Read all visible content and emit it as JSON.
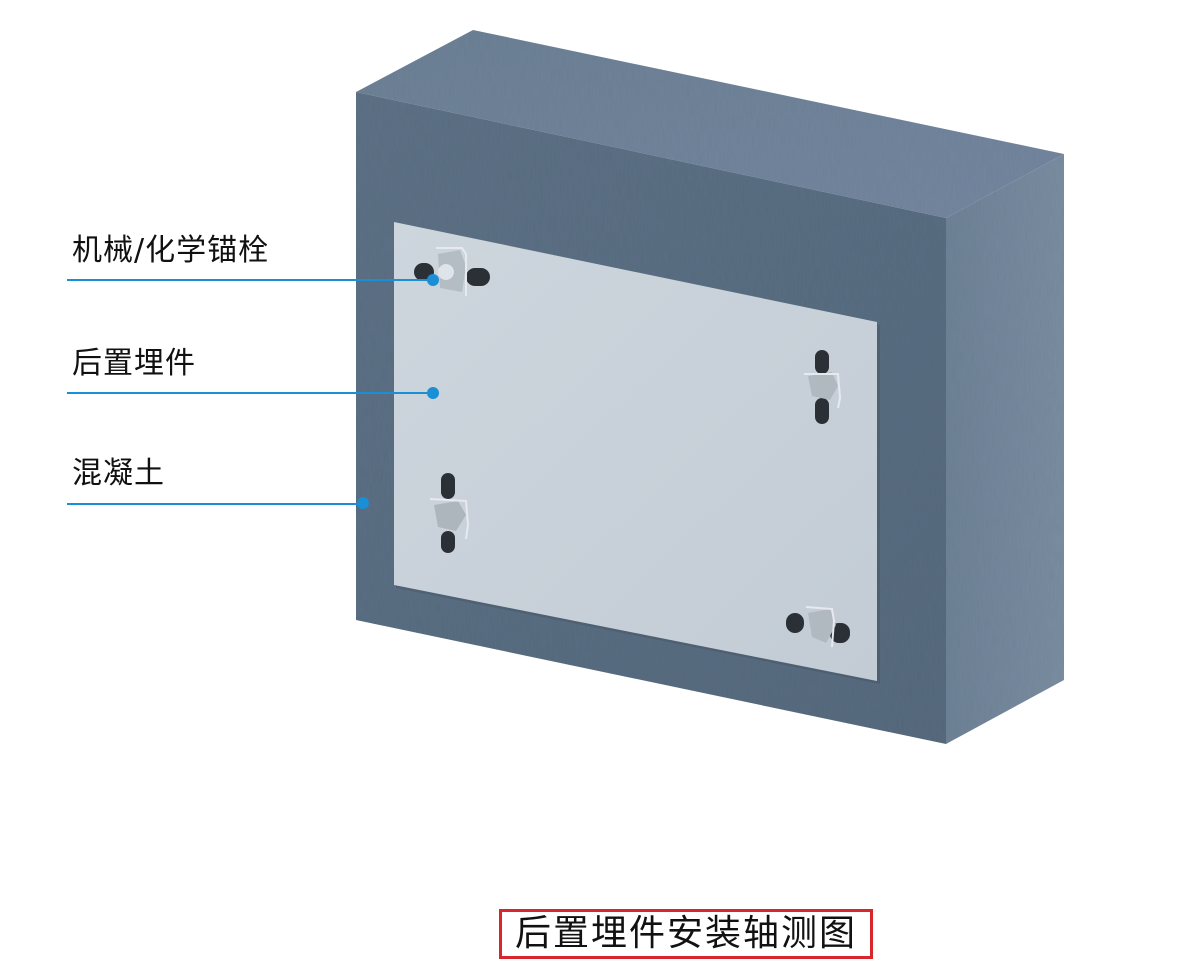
{
  "diagram": {
    "title": "后置埋件安装轴测图",
    "labels": [
      {
        "text": "机械/化学锚栓",
        "target": "anchor-bolt"
      },
      {
        "text": "后置埋件",
        "target": "embedded-plate"
      },
      {
        "text": "混凝土",
        "target": "concrete-block"
      }
    ],
    "colors": {
      "leader_line": "#1a8fd6",
      "leader_dot": "#1a8fd6",
      "concrete_front": "#5f7387",
      "concrete_top": "#6f8397",
      "concrete_side": "#73869a",
      "plate": "#c7d0d8",
      "slot": "#2b3036",
      "caption_border": "#d7262c",
      "text": "#111111"
    },
    "components": [
      "concrete-block",
      "embedded-plate",
      "anchor-bolt x4"
    ]
  }
}
